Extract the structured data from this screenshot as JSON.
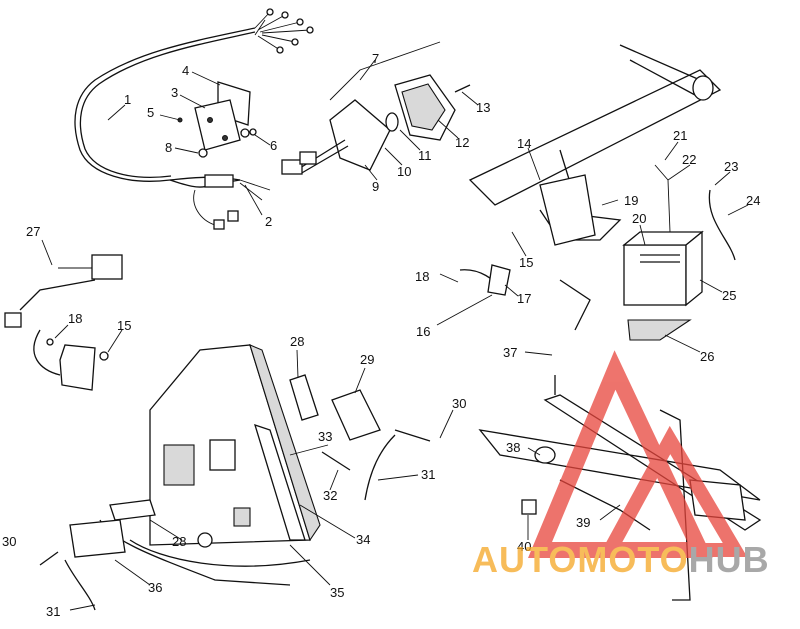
{
  "diagram": {
    "callouts": [
      "1",
      "2",
      "3",
      "4",
      "5",
      "6",
      "7",
      "8",
      "9",
      "10",
      "11",
      "12",
      "13",
      "14",
      "15",
      "15",
      "16",
      "17",
      "18",
      "18",
      "19",
      "20",
      "21",
      "22",
      "23",
      "24",
      "25",
      "26",
      "27",
      "28",
      "28",
      "29",
      "30",
      "30",
      "31",
      "31",
      "32",
      "33",
      "34",
      "35",
      "36",
      "37",
      "38",
      "39",
      "40"
    ]
  },
  "watermark": {
    "text_part1": "AUTOMOTO",
    "text_part2": "HUB",
    "colors": {
      "red": "#e8453c",
      "orange": "#f5a623",
      "gray": "#8c8c8c"
    }
  }
}
